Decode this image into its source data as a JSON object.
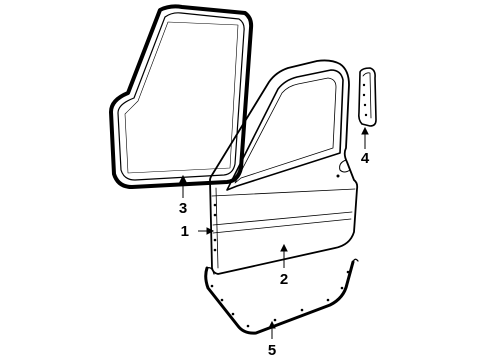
{
  "diagram": {
    "callouts": [
      {
        "id": "1",
        "label": "1",
        "part": "door-shell"
      },
      {
        "id": "2",
        "label": "2",
        "part": "door-outer-panel"
      },
      {
        "id": "3",
        "label": "3",
        "part": "door-opening-weatherstrip"
      },
      {
        "id": "4",
        "label": "4",
        "part": "pillar-seal"
      },
      {
        "id": "5",
        "label": "5",
        "part": "lower-door-weatherstrip"
      }
    ],
    "colors": {
      "line": "#000000",
      "background": "#ffffff"
    }
  }
}
